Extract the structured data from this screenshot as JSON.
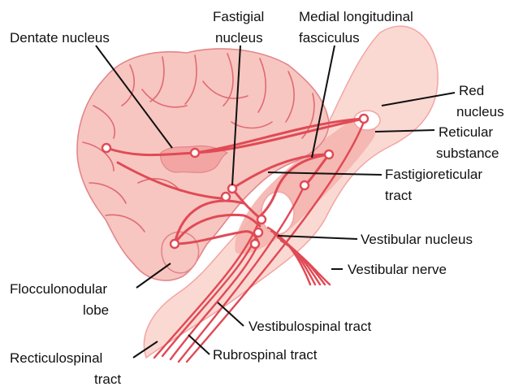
{
  "labels": {
    "dentate": "Dentate nucleus",
    "fastigial_1": "Fastigial",
    "fastigial_2": "nucleus",
    "mlf_1": "Medial longitudinal",
    "mlf_2": "fasciculus",
    "red_1": "Red",
    "red_2": "nucleus",
    "reticular_1": "Reticular",
    "reticular_2": "substance",
    "fastigioreticular_1": "Fastigioreticular",
    "fastigioreticular_2": "tract",
    "vestibular_nucleus": "Vestibular nucleus",
    "vestibular_nerve": "Vestibular nerve",
    "flocculonodular_1": "Flocculonodular",
    "flocculonodular_2": "lobe",
    "vestibulospinal": "Vestibulospinal tract",
    "recticulospinal_1": "Recticulospinal",
    "recticulospinal_2": "tract",
    "rubrospinal": "Rubrospinal tract"
  },
  "colors": {
    "cerebellum_fill": "#f7c6c1",
    "cerebellum_outline": "#e3868a",
    "brainstem_fill": "#fbd9d3",
    "brainstem_dark": "#f2a5a3",
    "tract": "#e04a55",
    "label_text": "#111111"
  }
}
